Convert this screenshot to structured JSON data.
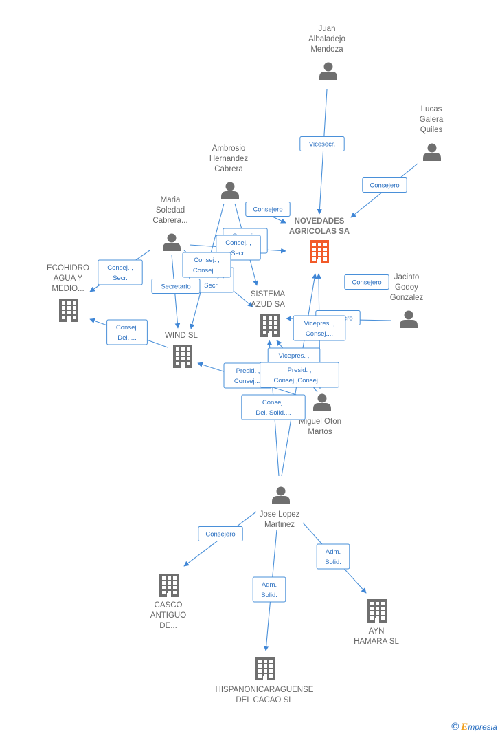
{
  "colors": {
    "edge": "#4a90d9",
    "node_gray": "#6f6f6f",
    "node_focus": "#f25a29",
    "label": "#666666"
  },
  "brand": {
    "copyright": "©",
    "initial": "E",
    "rest": "mpresia"
  },
  "nodes": [
    {
      "id": "novedades",
      "kind": "company",
      "focus": true,
      "lines": [
        "NOVEDADES",
        "AGRICOLAS SA"
      ]
    },
    {
      "id": "juan",
      "kind": "person",
      "lines": [
        "Juan",
        "Albaladejo",
        "Mendoza"
      ]
    },
    {
      "id": "lucas",
      "kind": "person",
      "lines": [
        "Lucas",
        "Galera",
        "Quiles"
      ]
    },
    {
      "id": "ambrosio",
      "kind": "person",
      "lines": [
        "Ambrosio",
        "Hernandez",
        "Cabrera"
      ]
    },
    {
      "id": "maria",
      "kind": "person",
      "lines": [
        "Maria",
        "Soledad",
        "Cabrera..."
      ]
    },
    {
      "id": "ecohidro",
      "kind": "company",
      "lines": [
        "ECOHIDRO",
        "AGUA Y",
        "MEDIO..."
      ]
    },
    {
      "id": "sistema",
      "kind": "company",
      "lines": [
        "SISTEMA",
        "AZUD SA"
      ]
    },
    {
      "id": "jacinto",
      "kind": "person",
      "lines": [
        "Jacinto",
        "Godoy",
        "Gonzalez"
      ]
    },
    {
      "id": "wind",
      "kind": "company",
      "lines": [
        "WIND SL"
      ]
    },
    {
      "id": "miguel",
      "kind": "person",
      "lines": [
        "Miguel Oton",
        "Martos"
      ]
    },
    {
      "id": "jose",
      "kind": "person",
      "lines": [
        "Jose Lopez",
        "Martinez"
      ]
    },
    {
      "id": "casco",
      "kind": "company",
      "lines": [
        "CASCO",
        "ANTIGUO",
        "DE..."
      ]
    },
    {
      "id": "ayn",
      "kind": "company",
      "lines": [
        "AYN",
        "HAMARA SL"
      ]
    },
    {
      "id": "hispano",
      "kind": "company",
      "lines": [
        "HISPANONICARAGUENSE",
        "DEL CACAO SL"
      ]
    }
  ],
  "edges": [
    {
      "from": "juan",
      "to": "novedades",
      "labels": [
        "Vicesecr."
      ]
    },
    {
      "from": "lucas",
      "to": "novedades",
      "labels": [
        "Consejero"
      ]
    },
    {
      "from": "ambrosio",
      "to": "novedades",
      "labels": [
        "Consejero"
      ]
    },
    {
      "from": "ambrosio",
      "to": "sistema",
      "labels": [
        "Consej. ,",
        "Secr."
      ]
    },
    {
      "from": "ambrosio",
      "to": "wind",
      "labels": [
        "Consej. ,",
        "Secr."
      ]
    },
    {
      "from": "maria",
      "to": "novedades",
      "labels": [
        "Consej. ,",
        "Secr."
      ]
    },
    {
      "from": "maria",
      "to": "ecohidro",
      "labels": [
        "Consej. ,",
        "Secr."
      ]
    },
    {
      "from": "maria",
      "to": "wind",
      "labels": [
        "Secretario"
      ]
    },
    {
      "from": "maria",
      "to": "sistema",
      "labels": [
        "Consej. ,",
        "Consej...."
      ]
    },
    {
      "from": "jacinto",
      "to": "novedades",
      "labels": [
        "Consejero"
      ]
    },
    {
      "from": "jacinto",
      "to": "sistema",
      "labels": [
        "Consejero"
      ]
    },
    {
      "from": "wind",
      "to": "ecohidro",
      "labels": [
        "Consej.",
        "Del.,..."
      ]
    },
    {
      "from": "miguel",
      "to": "novedades",
      "labels": [
        "Vicepres. ,",
        "Consej...."
      ]
    },
    {
      "from": "miguel",
      "to": "sistema",
      "labels": [
        "Vicepres. ,",
        "Consej...."
      ]
    },
    {
      "from": "miguel",
      "to": "wind",
      "labels": [
        "Presid. ,",
        "Consej...."
      ]
    },
    {
      "from": "jose",
      "to": "novedades",
      "labels": [
        "Presid. ,",
        "Consej.,Consej...."
      ]
    },
    {
      "from": "jose",
      "to": "sistema",
      "labels": [
        "Consej.",
        "Del. Solid...."
      ]
    },
    {
      "from": "jose",
      "to": "casco",
      "labels": [
        "Consejero"
      ]
    },
    {
      "from": "jose",
      "to": "hispano",
      "labels": [
        "Adm.",
        "Solid."
      ]
    },
    {
      "from": "jose",
      "to": "ayn",
      "labels": [
        "Adm.",
        "Solid."
      ]
    }
  ]
}
